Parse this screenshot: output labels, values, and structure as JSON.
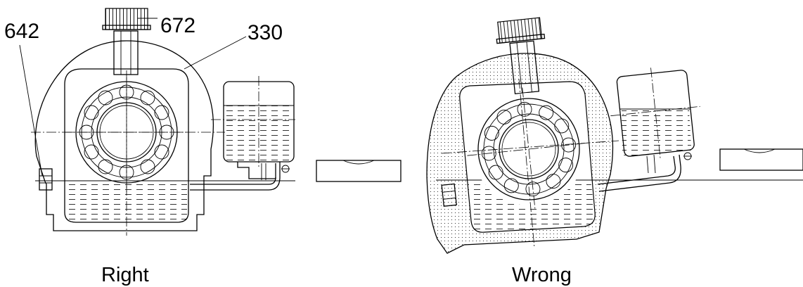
{
  "labels": {
    "ref_642": "642",
    "ref_672": "672",
    "ref_330": "330",
    "right": "Right",
    "wrong": "Wrong"
  },
  "colors": {
    "line": "#000000",
    "background": "#ffffff"
  }
}
